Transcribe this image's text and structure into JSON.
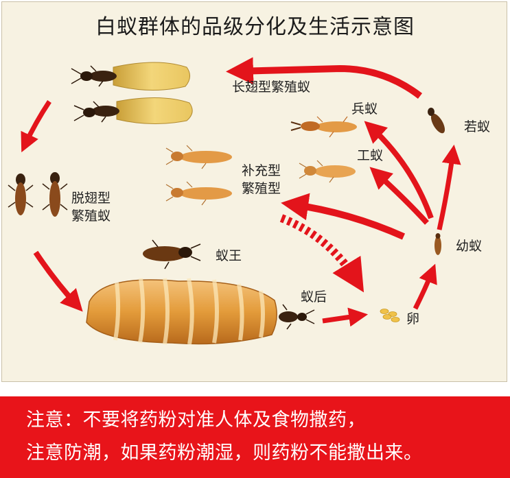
{
  "title": "白蚁群体的品级分化及生活示意图",
  "labels": {
    "long_wing": "长翅型繁殖蚁",
    "soldier": "兵蚁",
    "nymph": "若蚁",
    "worker": "工蚁",
    "supplementary_1": "补充型",
    "supplementary_2": "繁殖型",
    "dealate_1": "脱翅型",
    "dealate_2": "繁殖蚁",
    "king": "蚁王",
    "larva": "幼蚁",
    "queen": "蚁后",
    "egg": "卵"
  },
  "notice": {
    "line1": "注意：不要将药粉对准人体及食物撒药，",
    "line2": "注意防潮，如果药粉潮湿，则药粉不能撒出来。"
  },
  "colors": {
    "arrow": "#e3141b",
    "notice_bg": "#e8141a",
    "wing": "#f0cf6a",
    "body_dark": "#3a2210",
    "worker_body": "#e39a46",
    "queen_abdomen": "#e6a13c"
  }
}
